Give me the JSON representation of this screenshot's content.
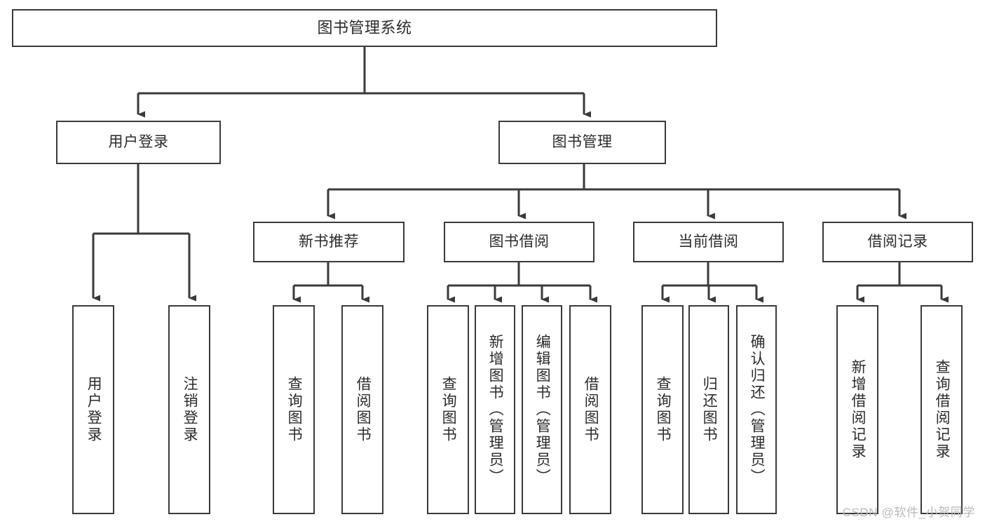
{
  "diagram": {
    "title": "图书管理系统",
    "type": "tree-hierarchy-chart",
    "line_color": "#3a3a3a",
    "box_fill": "#ffffff",
    "text_color": "#2b2b2b",
    "watermark": "CSDN @软件_小贺同学",
    "nodes": {
      "root": {
        "label": "图书管理系统"
      },
      "level2": [
        {
          "id": "user-login",
          "label": "用户登录"
        },
        {
          "id": "book-management",
          "label": "图书管理"
        }
      ],
      "level3": [
        {
          "id": "new-book-recommend",
          "label": "新书推荐"
        },
        {
          "id": "book-borrow",
          "label": "图书借阅"
        },
        {
          "id": "current-borrow",
          "label": "当前借阅"
        },
        {
          "id": "borrow-record",
          "label": "借阅记录"
        }
      ],
      "leaves": {
        "user-login": [
          {
            "id": "leaf-user-login",
            "label": "用户登录"
          },
          {
            "id": "leaf-logout-login",
            "label": "注销登录"
          }
        ],
        "new-book-recommend": [
          {
            "id": "leaf-query-book-1",
            "label": "查询图书"
          },
          {
            "id": "leaf-borrow-book-1",
            "label": "借阅图书"
          }
        ],
        "book-borrow": [
          {
            "id": "leaf-query-book-2",
            "label": "查询图书"
          },
          {
            "id": "leaf-add-book-admin",
            "label": "新增图书（管理员）"
          },
          {
            "id": "leaf-edit-book-admin",
            "label": "编辑图书（管理员）"
          },
          {
            "id": "leaf-borrow-book-2",
            "label": "借阅图书"
          }
        ],
        "current-borrow": [
          {
            "id": "leaf-query-book-3",
            "label": "查询图书"
          },
          {
            "id": "leaf-return-book",
            "label": "归还图书"
          },
          {
            "id": "leaf-confirm-return-admin",
            "label": "确认归还（管理员）"
          }
        ],
        "borrow-record": [
          {
            "id": "leaf-add-borrow-record",
            "label": "新增借阅记录"
          },
          {
            "id": "leaf-query-borrow-record",
            "label": "查询借阅记录"
          }
        ]
      }
    }
  }
}
